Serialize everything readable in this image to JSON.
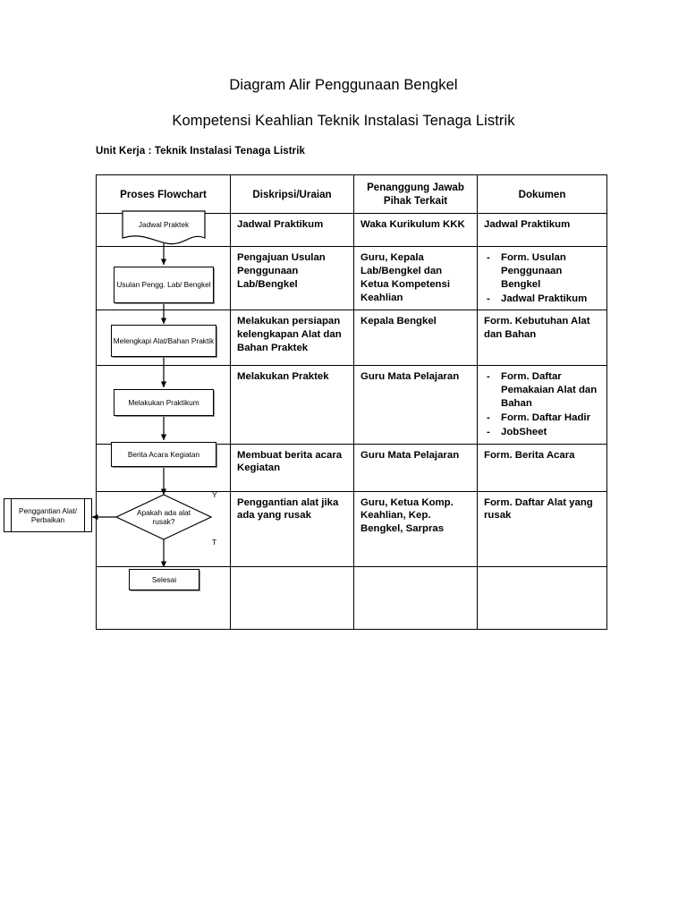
{
  "document": {
    "title_line1": "Diagram Alir Penggunaan Bengkel",
    "title_line2": "Kompetensi Keahlian Teknik Instalasi Tenaga Listrik",
    "unit_kerja": "Unit Kerja : Teknik Instalasi Tenaga Listrik"
  },
  "table": {
    "headers": [
      "Proses Flowchart",
      "Diskripsi/Uraian",
      "Penanggung Jawab\nPihak Terkait",
      "Dokumen"
    ],
    "header_col3_line1": "Penanggung Jawab",
    "header_col3_line2": "Pihak Terkait",
    "rows": [
      {
        "flow_shape": "document",
        "flow_label": "Jadwal Praktek",
        "deskripsi": "Jadwal Praktikum",
        "penanggung_jawab": "Waka Kurikulum KKK",
        "dokumen": "Jadwal Praktikum",
        "dokumen_list": []
      },
      {
        "flow_shape": "process",
        "flow_label": "Usulan Pengg. Lab/ Bengkel",
        "deskripsi": "Pengajuan Usulan Penggunaan Lab/Bengkel",
        "penanggung_jawab": "Guru, Kepala Lab/Bengkel dan Ketua Kompetensi Keahlian",
        "dokumen": "",
        "dokumen_list": [
          "Form. Usulan Penggunaan Bengkel",
          "Jadwal Praktikum"
        ]
      },
      {
        "flow_shape": "process",
        "flow_label": "Melengkapi Alat/Bahan Praktik",
        "deskripsi": "Melakukan persiapan kelengkapan Alat dan Bahan Praktek",
        "penanggung_jawab": "Kepala Bengkel",
        "dokumen": "Form. Kebutuhan Alat dan Bahan",
        "dokumen_list": []
      },
      {
        "flow_shape": "process",
        "flow_label": "Melakukan Praktikum",
        "deskripsi": "Melakukan Praktek",
        "penanggung_jawab": "Guru Mata Pelajaran",
        "dokumen": "",
        "dokumen_list": [
          "Form. Daftar Pemakaian Alat dan Bahan",
          "Form. Daftar Hadir",
          "JobSheet"
        ]
      },
      {
        "flow_shape": "process",
        "flow_label": "Berita Acara Kegiatan",
        "deskripsi": "Membuat berita acara Kegiatan",
        "penanggung_jawab": "Guru Mata Pelajaran",
        "dokumen": "Form. Berita Acara",
        "dokumen_list": []
      },
      {
        "flow_shape": "decision",
        "flow_label": "Apakah ada alat rusak?",
        "branch_yes": "Y",
        "branch_no": "T",
        "deskripsi": "Penggantian alat jika ada yang rusak",
        "penanggung_jawab": "Guru, Ketua Komp. Keahlian, Kep. Bengkel, Sarpras",
        "dokumen": "Form. Daftar Alat yang rusak",
        "dokumen_list": []
      },
      {
        "flow_shape": "terminator",
        "flow_label": "Selesai",
        "deskripsi": "",
        "penanggung_jawab": "",
        "dokumen": "",
        "dokumen_list": []
      }
    ]
  },
  "external_node": {
    "shape": "predefined-process",
    "label_line1": "Penggantian Alat/",
    "label_line2": "Perbaikan"
  },
  "colors": {
    "line": "#000000",
    "background": "#ffffff",
    "shadow": "#888888"
  }
}
